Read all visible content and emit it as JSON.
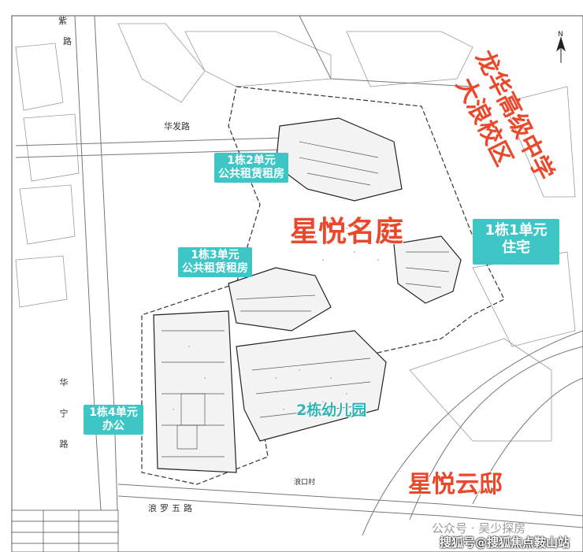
{
  "title": "星悦名庭",
  "neighbor": "星悦云邸",
  "school": {
    "line1": "龙华高级中学",
    "line2": "大浪校区"
  },
  "buildings": [
    {
      "id": "b1u2",
      "line1": "1栋2单元",
      "line2": "公共租赁租房"
    },
    {
      "id": "b1u3",
      "line1": "1栋3单元",
      "line2": "公共租赁租房"
    },
    {
      "id": "b1u1",
      "line1": "1栋1单元",
      "line2": "住宅"
    },
    {
      "id": "b1u4",
      "line1": "1栋4单元",
      "line2": "办公"
    },
    {
      "id": "b2",
      "line1": "2栋幼儿园"
    }
  ],
  "roads": {
    "north": "华发路",
    "west_top": "紫",
    "west_top2": "路",
    "west": "华宁路",
    "south": "浪罗五路",
    "south_inner": "浪口村"
  },
  "watermark": {
    "account": "公众号 · 吴少探房",
    "sohu": "搜狐号@搜狐焦点鞍山站"
  },
  "compass": "N",
  "colors": {
    "accent_red": "#e9492a",
    "label_teal": "#3ec6c6",
    "kindergarten_teal": "#2fb4b4"
  }
}
